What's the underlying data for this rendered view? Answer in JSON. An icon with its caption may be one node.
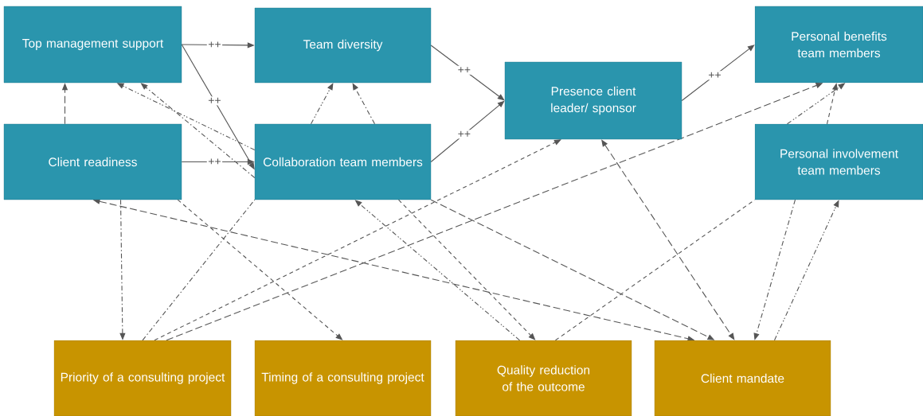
{
  "diagram": {
    "nodes": [
      {
        "text": [
          "Top management support"
        ]
      },
      {
        "text": [
          "Team diversity"
        ]
      },
      {
        "text": [
          "Presence client leader/ sponsor"
        ]
      },
      {
        "text": [
          "Personal benefits team members"
        ]
      },
      {
        "text": [
          "Client readiness"
        ]
      },
      {
        "text": [
          "Collaboration team members"
        ]
      },
      {
        "text": [
          "Personal involvement team members"
        ]
      },
      {
        "text": [
          "Priority of a consulting project"
        ]
      },
      {
        "text": [
          "Timing of a consulting project"
        ]
      },
      {
        "text": [
          "Quality reduction of the outcome"
        ]
      },
      {
        "text": [
          "Client mandate"
        ]
      }
    ],
    "edges": [
      {
        "from": 0,
        "to": 1,
        "arrow": "to",
        "label": "++"
      },
      {
        "from": 0,
        "to": 5,
        "arrow": "to",
        "label": "++"
      },
      {
        "from": 4,
        "to": 5,
        "arrow": "to",
        "label": "++"
      },
      {
        "from": 1,
        "to": 2,
        "arrow": "to",
        "label": "++"
      },
      {
        "from": 5,
        "to": 2,
        "arrow": "to",
        "label": "++"
      },
      {
        "from": 2,
        "to": 3,
        "arrow": "to",
        "label": "++"
      },
      {
        "from": 4,
        "to": 0,
        "arrow": "to",
        "style": "dashed"
      },
      {
        "from": 5,
        "to": 0,
        "arrow": "to",
        "style": "dashed"
      },
      {
        "from": 5,
        "to": 0,
        "arrow": "to",
        "style": "dashed"
      },
      {
        "from": 4,
        "to": 8,
        "arrow": "to",
        "style": "dashed"
      },
      {
        "from": 4,
        "to": 10,
        "arrow": "both",
        "style": "dashed"
      },
      {
        "from": 4,
        "to": 7,
        "arrow": "to",
        "style": "dashed"
      },
      {
        "from": 5,
        "to": 1,
        "arrow": "to",
        "style": "dashed"
      },
      {
        "from": 7,
        "to": 2,
        "arrow": "to",
        "style": "dashed"
      },
      {
        "from": 7,
        "to": 3,
        "arrow": "to",
        "style": "dashed"
      },
      {
        "from": 5,
        "to": 1,
        "arrow": "to",
        "style": "dashed"
      },
      {
        "from": 9,
        "to": 5,
        "arrow": "to",
        "style": "dashed"
      },
      {
        "from": 9,
        "to": 6,
        "arrow": "none",
        "style": "dashed"
      },
      {
        "from": 2,
        "to": 10,
        "arrow": "both",
        "style": "dashed"
      },
      {
        "from": 6,
        "to": 10,
        "arrow": "to",
        "style": "dashed"
      },
      {
        "from": 10,
        "to": 6,
        "arrow": "to",
        "style": "dashed"
      },
      {
        "from": 6,
        "to": 3,
        "arrow": "to",
        "style": "dashed"
      },
      {
        "from": 5,
        "to": 10,
        "arrow": "to",
        "style": "dashed"
      },
      {
        "from": 7,
        "to": 5,
        "arrow": "none",
        "style": "dashed"
      },
      {
        "from": 6,
        "to": 3,
        "arrow": "to",
        "style": "dashed"
      },
      {
        "from": 5,
        "to": 9,
        "arrow": "to",
        "style": "dashed"
      }
    ]
  }
}
